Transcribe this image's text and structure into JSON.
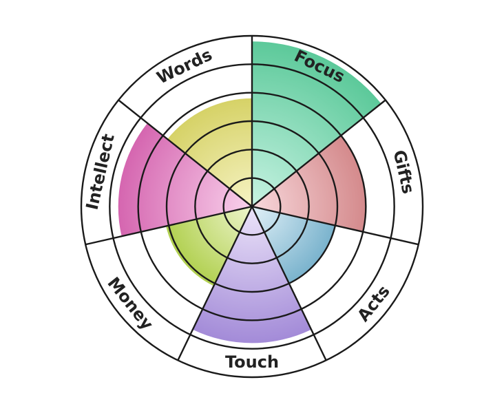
{
  "chart_data": {
    "type": "polar-area",
    "scale_max": 6,
    "rings": [
      1,
      2,
      3,
      4,
      5,
      6
    ],
    "grid": true,
    "legend": "none",
    "categories": [
      {
        "label": "Focus",
        "value": 5.8,
        "color": "#5cc99a",
        "center_color": "#c8f3e3"
      },
      {
        "label": "Gifts",
        "value": 4.0,
        "color": "#d48a8c",
        "center_color": "#f8d8dc"
      },
      {
        "label": "Acts",
        "value": 3.0,
        "color": "#7ab3cd",
        "center_color": "#e2f1f8"
      },
      {
        "label": "Touch",
        "value": 4.8,
        "color": "#a38bd8",
        "center_color": "#ece4f9"
      },
      {
        "label": "Money",
        "value": 3.1,
        "color": "#b1d050",
        "center_color": "#eef5cd"
      },
      {
        "label": "Intellect",
        "value": 4.7,
        "color": "#d566b0",
        "center_color": "#f9d2ec"
      },
      {
        "label": "Words",
        "value": 3.8,
        "color": "#d6d267",
        "center_color": "#f6f3c4"
      }
    ]
  }
}
